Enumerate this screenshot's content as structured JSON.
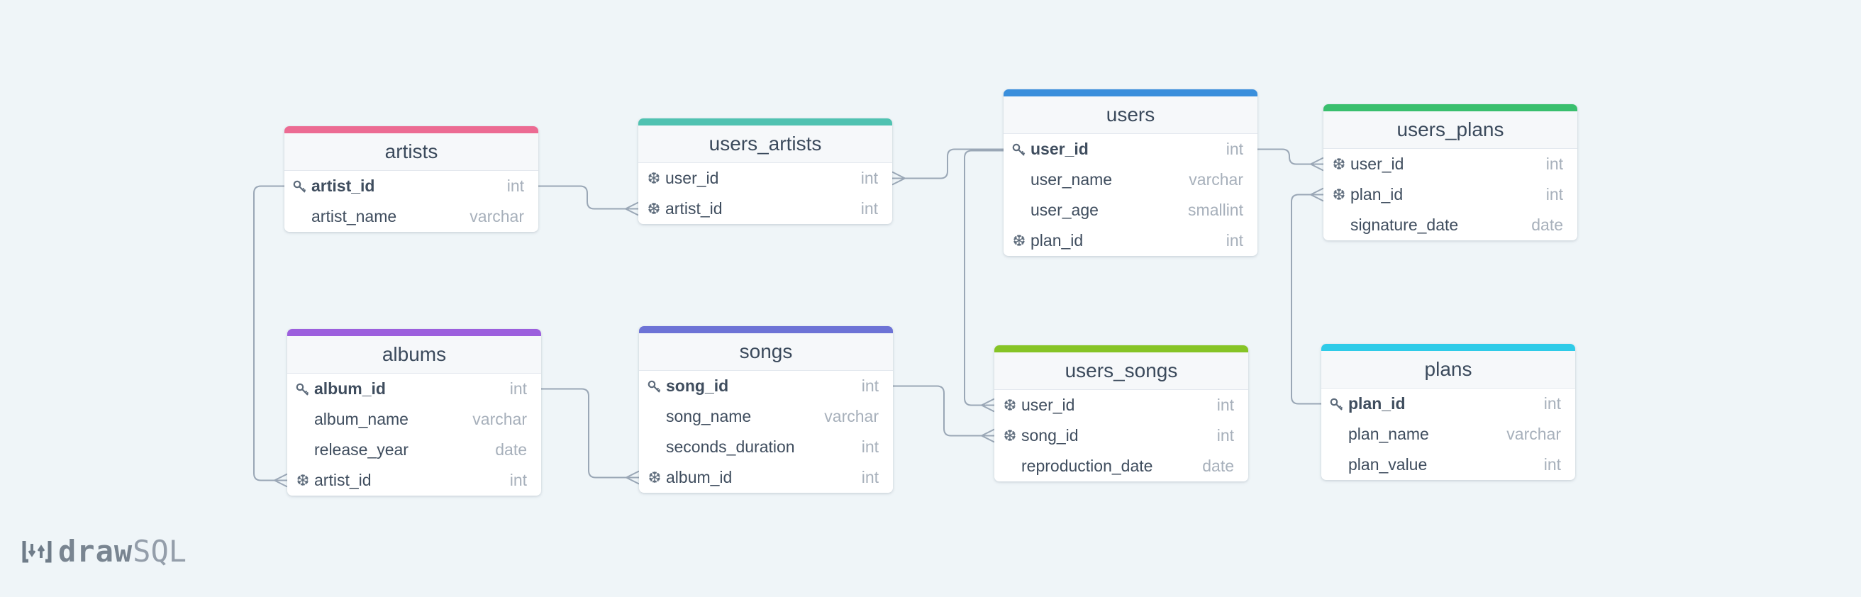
{
  "diagram": {
    "tables": [
      {
        "id": "artists",
        "name": "artists",
        "color": "#ec6b93",
        "columns": [
          {
            "name": "artist_id",
            "type": "int",
            "key": "pk"
          },
          {
            "name": "artist_name",
            "type": "varchar",
            "key": ""
          }
        ]
      },
      {
        "id": "users_artists",
        "name": "users_artists",
        "color": "#50c2b1",
        "columns": [
          {
            "name": "user_id",
            "type": "int",
            "key": "fk"
          },
          {
            "name": "artist_id",
            "type": "int",
            "key": "fk"
          }
        ]
      },
      {
        "id": "users",
        "name": "users",
        "color": "#3a8fdc",
        "columns": [
          {
            "name": "user_id",
            "type": "int",
            "key": "pk"
          },
          {
            "name": "user_name",
            "type": "varchar",
            "key": ""
          },
          {
            "name": "user_age",
            "type": "smallint",
            "key": ""
          },
          {
            "name": "plan_id",
            "type": "int",
            "key": "fk"
          }
        ]
      },
      {
        "id": "users_plans",
        "name": "users_plans",
        "color": "#39bf6e",
        "columns": [
          {
            "name": "user_id",
            "type": "int",
            "key": "fk"
          },
          {
            "name": "plan_id",
            "type": "int",
            "key": "fk"
          },
          {
            "name": "signature_date",
            "type": "date",
            "key": ""
          }
        ]
      },
      {
        "id": "albums",
        "name": "albums",
        "color": "#9c5fdd",
        "columns": [
          {
            "name": "album_id",
            "type": "int",
            "key": "pk"
          },
          {
            "name": "album_name",
            "type": "varchar",
            "key": ""
          },
          {
            "name": "release_year",
            "type": "date",
            "key": ""
          },
          {
            "name": "artist_id",
            "type": "int",
            "key": "fk"
          }
        ]
      },
      {
        "id": "songs",
        "name": "songs",
        "color": "#6d73d6",
        "columns": [
          {
            "name": "song_id",
            "type": "int",
            "key": "pk"
          },
          {
            "name": "song_name",
            "type": "varchar",
            "key": ""
          },
          {
            "name": "seconds_duration",
            "type": "int",
            "key": ""
          },
          {
            "name": "album_id",
            "type": "int",
            "key": "fk"
          }
        ]
      },
      {
        "id": "users_songs",
        "name": "users_songs",
        "color": "#86c426",
        "columns": [
          {
            "name": "user_id",
            "type": "int",
            "key": "fk"
          },
          {
            "name": "song_id",
            "type": "int",
            "key": "fk"
          },
          {
            "name": "reproduction_date",
            "type": "date",
            "key": ""
          }
        ]
      },
      {
        "id": "plans",
        "name": "plans",
        "color": "#2fcbe8",
        "columns": [
          {
            "name": "plan_id",
            "type": "int",
            "key": "pk"
          },
          {
            "name": "plan_name",
            "type": "varchar",
            "key": ""
          },
          {
            "name": "plan_value",
            "type": "int",
            "key": ""
          }
        ]
      }
    ],
    "relations": [
      {
        "from": "artists.artist_id",
        "to": "users_artists.artist_id"
      },
      {
        "from": "users.user_id",
        "to": "users_artists.user_id"
      },
      {
        "from": "artists.artist_id",
        "to": "albums.artist_id"
      },
      {
        "from": "albums.album_id",
        "to": "songs.album_id"
      },
      {
        "from": "songs.song_id",
        "to": "users_songs.song_id"
      },
      {
        "from": "users.user_id",
        "to": "users_songs.user_id"
      },
      {
        "from": "users.user_id",
        "to": "users_plans.user_id"
      },
      {
        "from": "plans.plan_id",
        "to": "users_plans.plan_id"
      }
    ],
    "line_color": "#9aa7b6"
  },
  "branding": {
    "logo_part1": "draw",
    "logo_part2": "SQL"
  },
  "icons": {
    "primary_key": "key-icon",
    "foreign_key": "snowflake-icon"
  }
}
